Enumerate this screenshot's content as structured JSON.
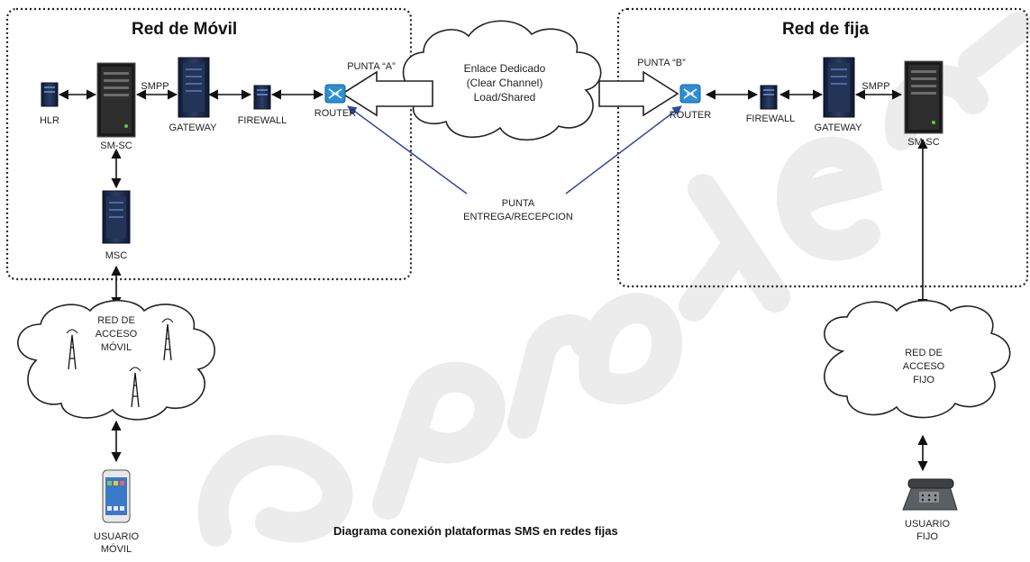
{
  "regions": {
    "movil_title": "Red de Móvil",
    "fija_title": "Red de fija"
  },
  "nodes": {
    "hlr": "HLR",
    "smsc_left": "SM-SC",
    "gateway_left": "GATEWAY",
    "firewall_left": "FIREWALL",
    "router_left": "ROUTER",
    "msc": "MSC",
    "router_right": "ROUTER",
    "firewall_right": "FIREWALL",
    "gateway_right": "GATEWAY",
    "smsc_right": "SM-SC"
  },
  "links": {
    "smpp_left": "SMPP",
    "smpp_right": "SMPP",
    "punta_a": "PUNTA “A”",
    "punta_b": "PUNTA “B”"
  },
  "cloud_center": {
    "line1": "Enlace Dedicado",
    "line2": "(Clear Channel)",
    "line3": "Load/Shared"
  },
  "punta_entrega": {
    "line1": "PUNTA",
    "line2": "ENTREGA/RECEPCION"
  },
  "access_movil": {
    "line1": "RED DE",
    "line2": "ACCESO",
    "line3": "MÓVIL"
  },
  "access_fijo": {
    "line1": "RED DE",
    "line2": "ACCESO",
    "line3": "FIJO"
  },
  "users": {
    "movil_line1": "USUARIO",
    "movil_line2": "MÓVIL",
    "fijo_line1": "USUARIO",
    "fijo_line2": "FIJO"
  },
  "caption": "Diagrama conexión plataformas SMS en redes fijas",
  "colors": {
    "server_dark": "#1f2a44",
    "server_mid": "#2c3e66",
    "router_blue": "#2b8fd6",
    "arrow_blue": "#2e4a9a",
    "watermark": "#e9e9e9"
  }
}
